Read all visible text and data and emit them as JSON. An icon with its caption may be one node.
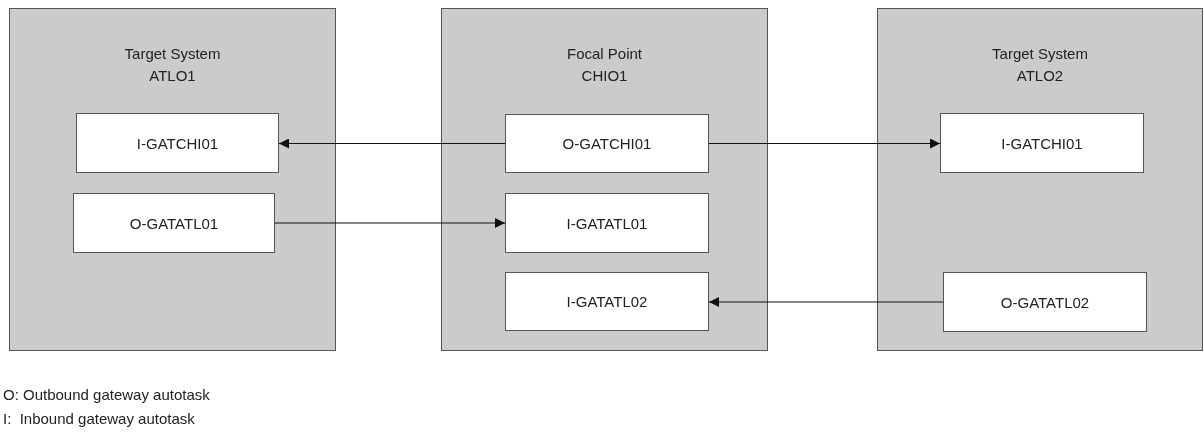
{
  "diagram": {
    "nodes": [
      {
        "text": [
          "Target System ATLO1"
        ]
      },
      {
        "text": [
          "I-GATCHI01"
        ],
        "in": 0
      },
      {
        "text": [
          "O-GATATL01"
        ],
        "in": 0
      },
      {
        "text": [
          "Focal Point CHIO1"
        ]
      },
      {
        "text": [
          "O-GATCHI01"
        ],
        "in": 3
      },
      {
        "text": [
          "I-GATATL01"
        ],
        "in": 3
      },
      {
        "text": [
          "I-GATATL02"
        ],
        "in": 3
      },
      {
        "text": [
          "Target System ATLO2"
        ]
      },
      {
        "text": [
          "I-GATCHI01"
        ],
        "in": 7
      },
      {
        "text": [
          "O-GATATL02"
        ],
        "in": 7
      }
    ],
    "edges": [
      {
        "from": 4,
        "to": 1,
        "arrow": "to"
      },
      {
        "from": 4,
        "to": 8,
        "arrow": "to"
      },
      {
        "from": 2,
        "to": 5,
        "arrow": "to"
      },
      {
        "from": 9,
        "to": 6,
        "arrow": "to"
      }
    ],
    "labels": [
      "O: Outbound gateway autotask",
      "I:  Inbound gateway autotask"
    ]
  }
}
